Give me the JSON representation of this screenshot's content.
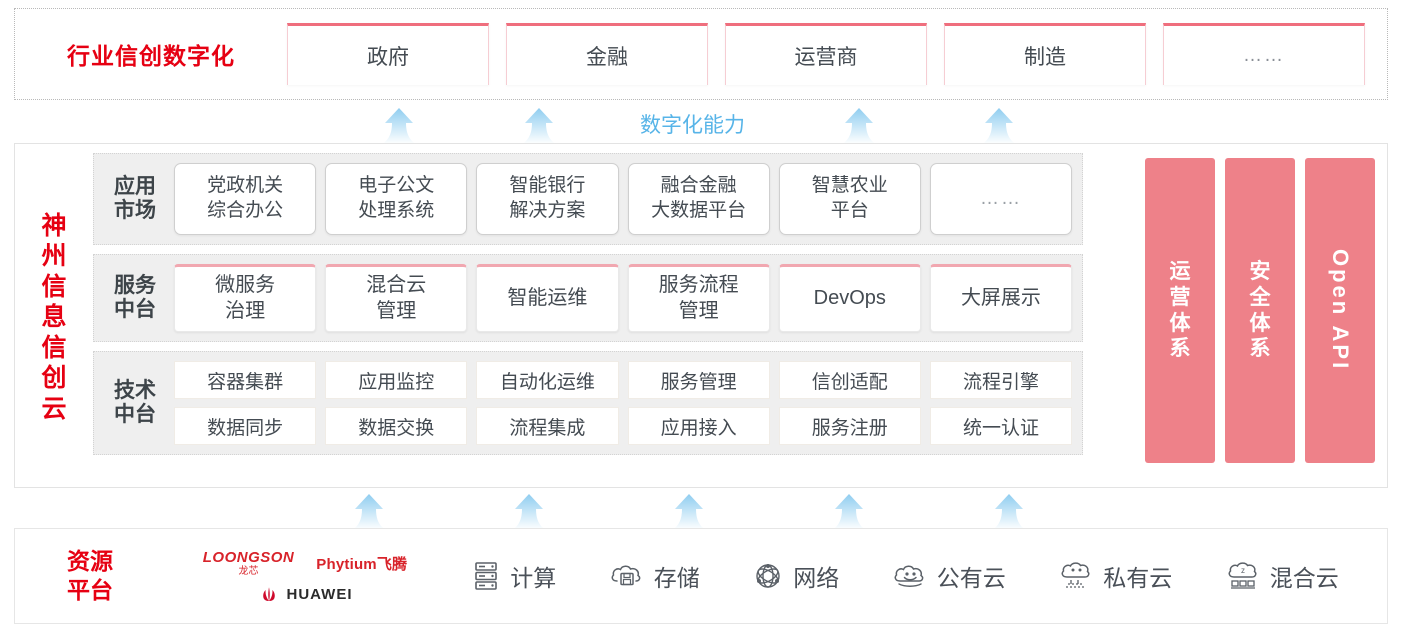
{
  "industry": {
    "title": "行业信创数字化",
    "cards": [
      {
        "label": "政府"
      },
      {
        "label": "金融"
      },
      {
        "label": "运营商"
      },
      {
        "label": "制造"
      },
      {
        "label": "……"
      }
    ]
  },
  "capability_label": "数字化能力",
  "cloud": {
    "title_chars": [
      "神",
      "州",
      "信",
      "息",
      "信",
      "创",
      "云"
    ],
    "layers": [
      {
        "label_lines": [
          "应用",
          "市场"
        ],
        "type": "app",
        "cells": [
          {
            "lines": [
              "党政机关",
              "综合办公"
            ]
          },
          {
            "lines": [
              "电子公文",
              "处理系统"
            ]
          },
          {
            "lines": [
              "智能银行",
              "解决方案"
            ]
          },
          {
            "lines": [
              "融合金融",
              "大数据平台"
            ]
          },
          {
            "lines": [
              "智慧农业",
              "平台"
            ]
          },
          {
            "lines": [
              "……"
            ]
          }
        ]
      },
      {
        "label_lines": [
          "服务",
          "中台"
        ],
        "type": "service",
        "cells": [
          {
            "lines": [
              "微服务",
              "治理"
            ]
          },
          {
            "lines": [
              "混合云",
              "管理"
            ]
          },
          {
            "lines": [
              "智能运维"
            ]
          },
          {
            "lines": [
              "服务流程",
              "管理"
            ]
          },
          {
            "lines": [
              "DevOps"
            ]
          },
          {
            "lines": [
              "大屏展示"
            ]
          }
        ]
      },
      {
        "label_lines": [
          "技术",
          "中台"
        ],
        "type": "tech",
        "rows": [
          [
            "容器集群",
            "应用监控",
            "自动化运维",
            "服务管理",
            "信创适配",
            "流程引擎"
          ],
          [
            "数据同步",
            "数据交换",
            "流程集成",
            "应用接入",
            "服务注册",
            "统一认证"
          ]
        ]
      }
    ],
    "pillars": [
      {
        "mode": "chars",
        "chars": [
          "运",
          "营",
          "体",
          "系"
        ],
        "text": "运营体系"
      },
      {
        "mode": "chars",
        "chars": [
          "安",
          "全",
          "体",
          "系"
        ],
        "text": "安全体系"
      },
      {
        "mode": "rotated",
        "text": "Open API"
      }
    ]
  },
  "resource": {
    "title_lines": [
      "资源",
      "平台"
    ],
    "logos": [
      {
        "name": "loongson",
        "en": "LOONGSON",
        "cn": "龙芯"
      },
      {
        "name": "phytium",
        "text": "Phytium飞腾"
      },
      {
        "name": "huawei",
        "text": "HUAWEI"
      }
    ],
    "items": [
      {
        "icon": "server-icon",
        "label": "计算"
      },
      {
        "icon": "cloud-storage-icon",
        "label": "存储"
      },
      {
        "icon": "network-icon",
        "label": "网络"
      },
      {
        "icon": "public-cloud-icon",
        "label": "公有云"
      },
      {
        "icon": "private-cloud-icon",
        "label": "私有云"
      },
      {
        "icon": "hybrid-cloud-icon",
        "label": "混合云"
      }
    ]
  },
  "arrows": {
    "upper_x": [
      378,
      518,
      838,
      978
    ],
    "lower_x": [
      348,
      508,
      668,
      828,
      988
    ]
  },
  "colors": {
    "brand_red": "#e60012",
    "pink_pillar": "#ee8189",
    "card_top_border": "#ef6e7d",
    "arrow_blue": "#a8d8f5",
    "capability_text": "#57b4e8",
    "layer_bg": "#efefef"
  }
}
